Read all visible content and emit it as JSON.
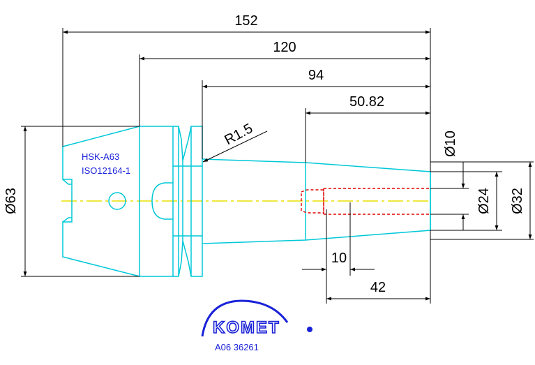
{
  "part": {
    "label_line1": "HSK-A63",
    "label_line2": "ISO12164-1",
    "order_number": "A06 36261"
  },
  "brand": {
    "logo_text": "KOMET",
    "color": "#1a22d8"
  },
  "dimensions": {
    "overall_length": "152",
    "flange_to_tip": "120",
    "shank_to_tip": "94",
    "taper_length": "50.82",
    "bore_diameter": "Ø10",
    "tip_inner_diameter": "Ø24",
    "tip_outer_diameter": "Ø32",
    "flange_diameter": "Ø63",
    "radius": "R1.5",
    "relief_length": "10",
    "bore_depth": "42"
  },
  "colors": {
    "outline": "#00c8d8",
    "hidden_bore": "#e00000",
    "centerline": "#e8e000",
    "dimension": "#000000"
  }
}
